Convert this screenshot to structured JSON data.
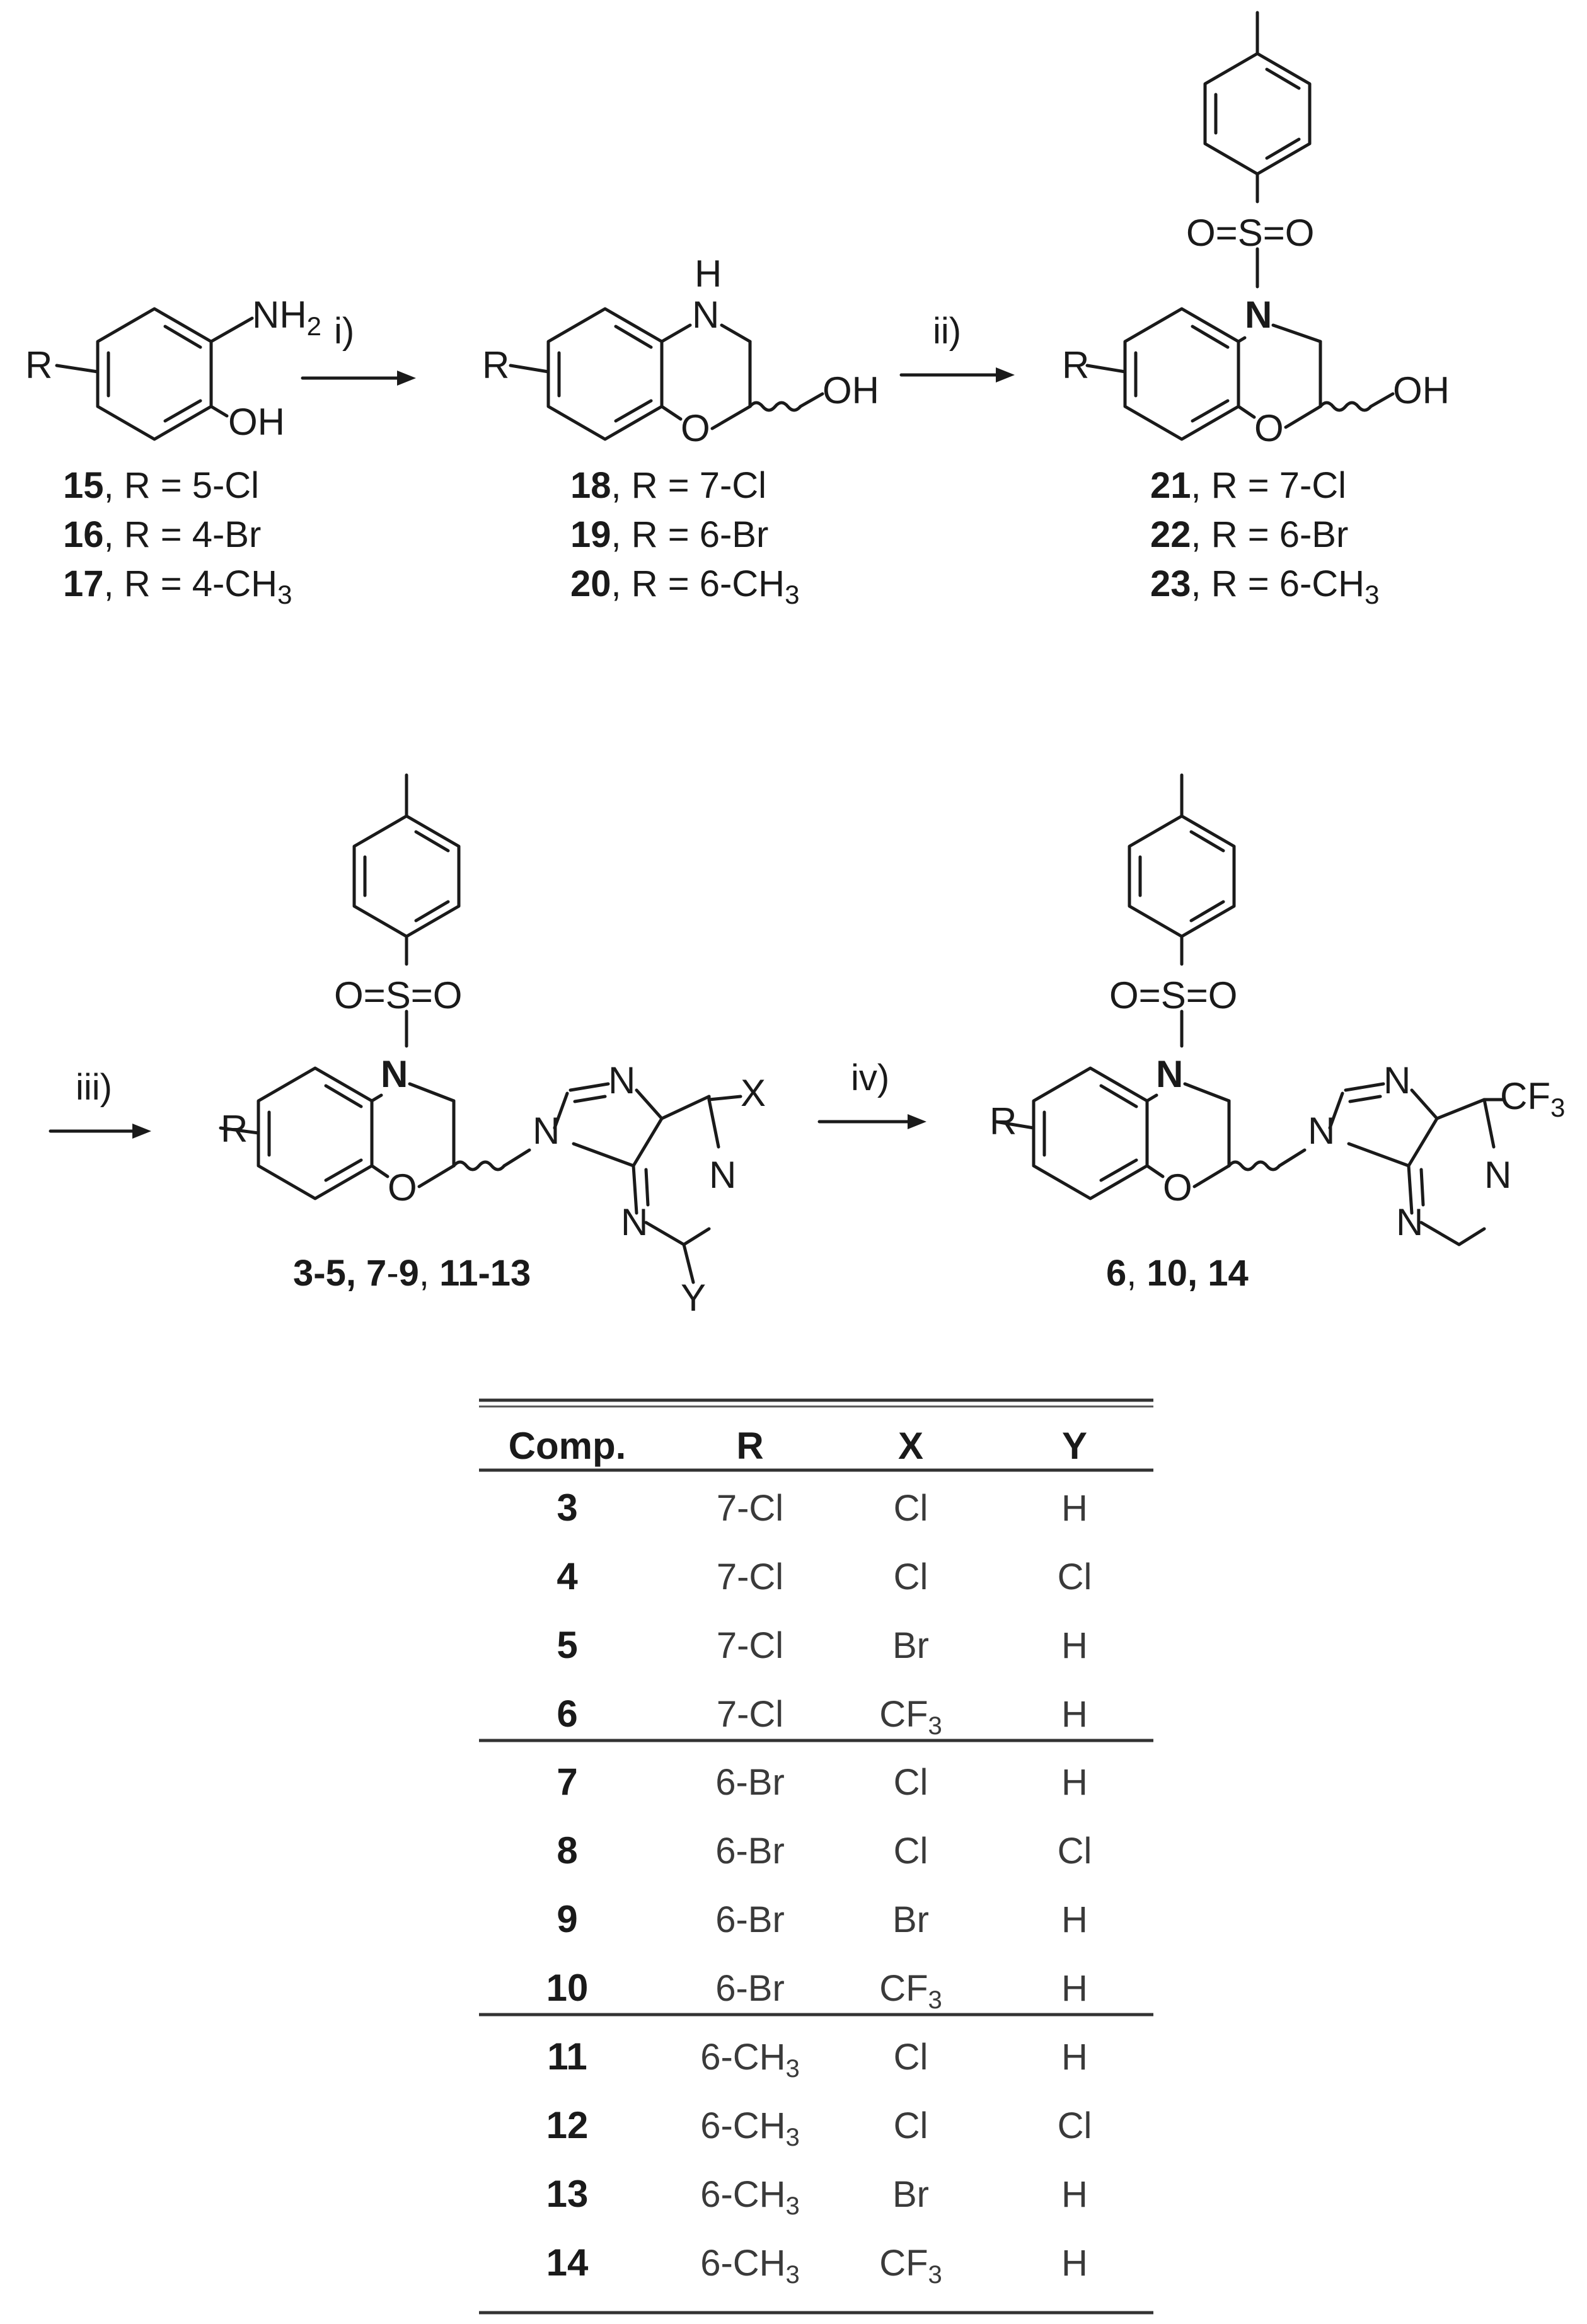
{
  "reagents": {
    "step1": "i)",
    "step2": "ii)",
    "step3": "iii)",
    "step4": "iv)"
  },
  "atoms": {
    "R": "R",
    "NH2": "NH",
    "NH2_sub": "2",
    "OH": "OH",
    "H": "H",
    "N": "N",
    "O": "O",
    "S": "S",
    "SO": "O=S=O",
    "X": "X",
    "Y": "Y",
    "CF3": "CF",
    "CF3_sub": "3"
  },
  "captions": {
    "c15": {
      "num": "15",
      "text": ", R = 5-Cl"
    },
    "c16": {
      "num": "16",
      "text": ", R = 4-Br"
    },
    "c17": {
      "num": "17",
      "text": ", R = 4-CH",
      "sub": "3"
    },
    "c18": {
      "num": "18",
      "text": ", R = 7-Cl"
    },
    "c19": {
      "num": "19",
      "text": ", R = 6-Br"
    },
    "c20": {
      "num": "20",
      "text": ", R = 6-CH",
      "sub": "3"
    },
    "c21": {
      "num": "21",
      "text": ", R = 7-Cl"
    },
    "c22": {
      "num": "22",
      "text": ", R = 6-Br"
    },
    "c23": {
      "num": "23",
      "text": ", R = 6-CH",
      "sub": "3"
    },
    "c_mid": {
      "a": "3-5",
      "b": ", 7",
      "c": "-9",
      ", d": "",
      "d2": ", ",
      "e": "11-13"
    },
    "c_right": {
      "a": "6",
      ", b": "",
      "b2": ", 10, ",
      "c": "14"
    }
  },
  "table": {
    "headers": [
      "Comp.",
      "R",
      "X",
      "Y"
    ],
    "rows": [
      {
        "comp": "3",
        "r": "7-Cl",
        "x": "Cl",
        "y": "H"
      },
      {
        "comp": "4",
        "r": "7-Cl",
        "x": "Cl",
        "y": "Cl"
      },
      {
        "comp": "5",
        "r": "7-Cl",
        "x": "Br",
        "y": "H"
      },
      {
        "comp": "6",
        "r": "7-Cl",
        "x": "CF",
        "x_sub": "3",
        "y": "H"
      },
      {
        "comp": "7",
        "r": "6-Br",
        "x": "Cl",
        "y": "H"
      },
      {
        "comp": "8",
        "r": "6-Br",
        "x": "Cl",
        "y": "Cl"
      },
      {
        "comp": "9",
        "r": "6-Br",
        "x": "Br",
        "y": "H"
      },
      {
        "comp": "10",
        "r": "6-Br",
        "x": "CF",
        "x_sub": "3",
        "y": "H"
      },
      {
        "comp": "11",
        "r": "6-CH",
        "r_sub": "3",
        "x": "Cl",
        "y": "H"
      },
      {
        "comp": "12",
        "r": "6-CH",
        "r_sub": "3",
        "x": "Cl",
        "y": "Cl"
      },
      {
        "comp": "13",
        "r": "6-CH",
        "r_sub": "3",
        "x": "Br",
        "y": "H"
      },
      {
        "comp": "14",
        "r": "6-CH",
        "r_sub": "3",
        "x": "CF",
        "x_sub": "3",
        "y": "H"
      }
    ]
  }
}
